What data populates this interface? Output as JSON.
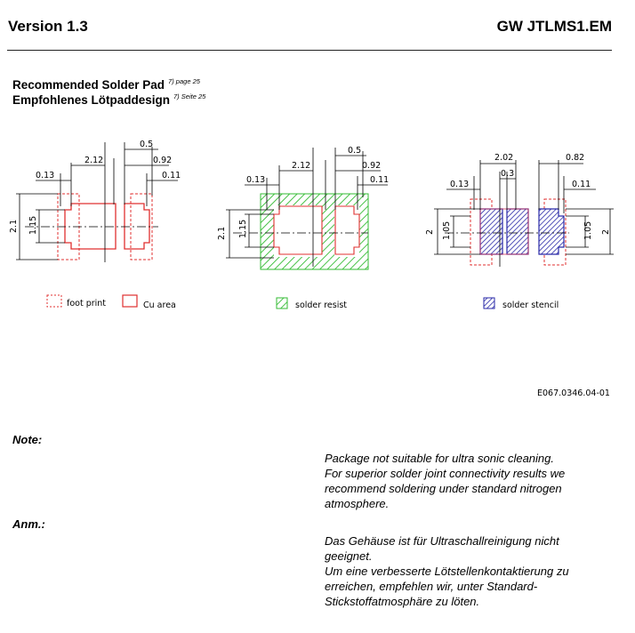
{
  "header": {
    "version": "Version 1.3",
    "part_number": "GW JTLMS1.EM"
  },
  "section": {
    "title_en": "Recommended Solder Pad",
    "title_en_ref": "7) page 25",
    "title_de": "Empfohlenes Lötpaddesign",
    "title_de_ref": "7) Seite 25"
  },
  "drawing": {
    "dims_1": {
      "d05": "0.5",
      "d212": "2.12",
      "d092": "0.92",
      "d013": "0.13",
      "d011": "0.11",
      "d21": "2.1",
      "d115": "1.15"
    },
    "dims_2": {
      "d05": "0.5",
      "d212": "2.12",
      "d092": "0.92",
      "d013": "0.13",
      "d011": "0.11",
      "d21": "2.1",
      "d115": "1.15"
    },
    "dims_3": {
      "d202": "2.02",
      "d082": "0.82",
      "d03": "0.3",
      "d013": "0.13",
      "d011": "0.11",
      "d2a": "2",
      "d105a": "1.05",
      "d105b": "1.05",
      "d2b": "2"
    },
    "legend": {
      "footprint": "foot print",
      "cu_area": "Cu area",
      "solder_resist": "solder resist",
      "solder_stencil": "solder stencil"
    },
    "colors": {
      "footprint": "#e03030",
      "cu_area": "#e03030",
      "solder_resist": "#33bb33",
      "solder_stencil": "#2a2aa8",
      "stencil_outline": "#d03050"
    },
    "document_number": "E067.0346.04-01"
  },
  "note": {
    "label": "Note:",
    "lines": [
      "Package not suitable for ultra sonic cleaning.",
      "For superior solder joint connectivity results we",
      "recommend soldering under standard nitrogen",
      "atmosphere."
    ]
  },
  "anm": {
    "label": "Anm.:",
    "lines": [
      "Das Gehäuse ist für Ultraschallreinigung nicht",
      "geeignet.",
      "Um eine verbesserte Lötstellenkontaktierung zu",
      "erreichen, empfehlen wir, unter Standard-",
      "Stickstoffatmosphäre zu löten."
    ]
  }
}
